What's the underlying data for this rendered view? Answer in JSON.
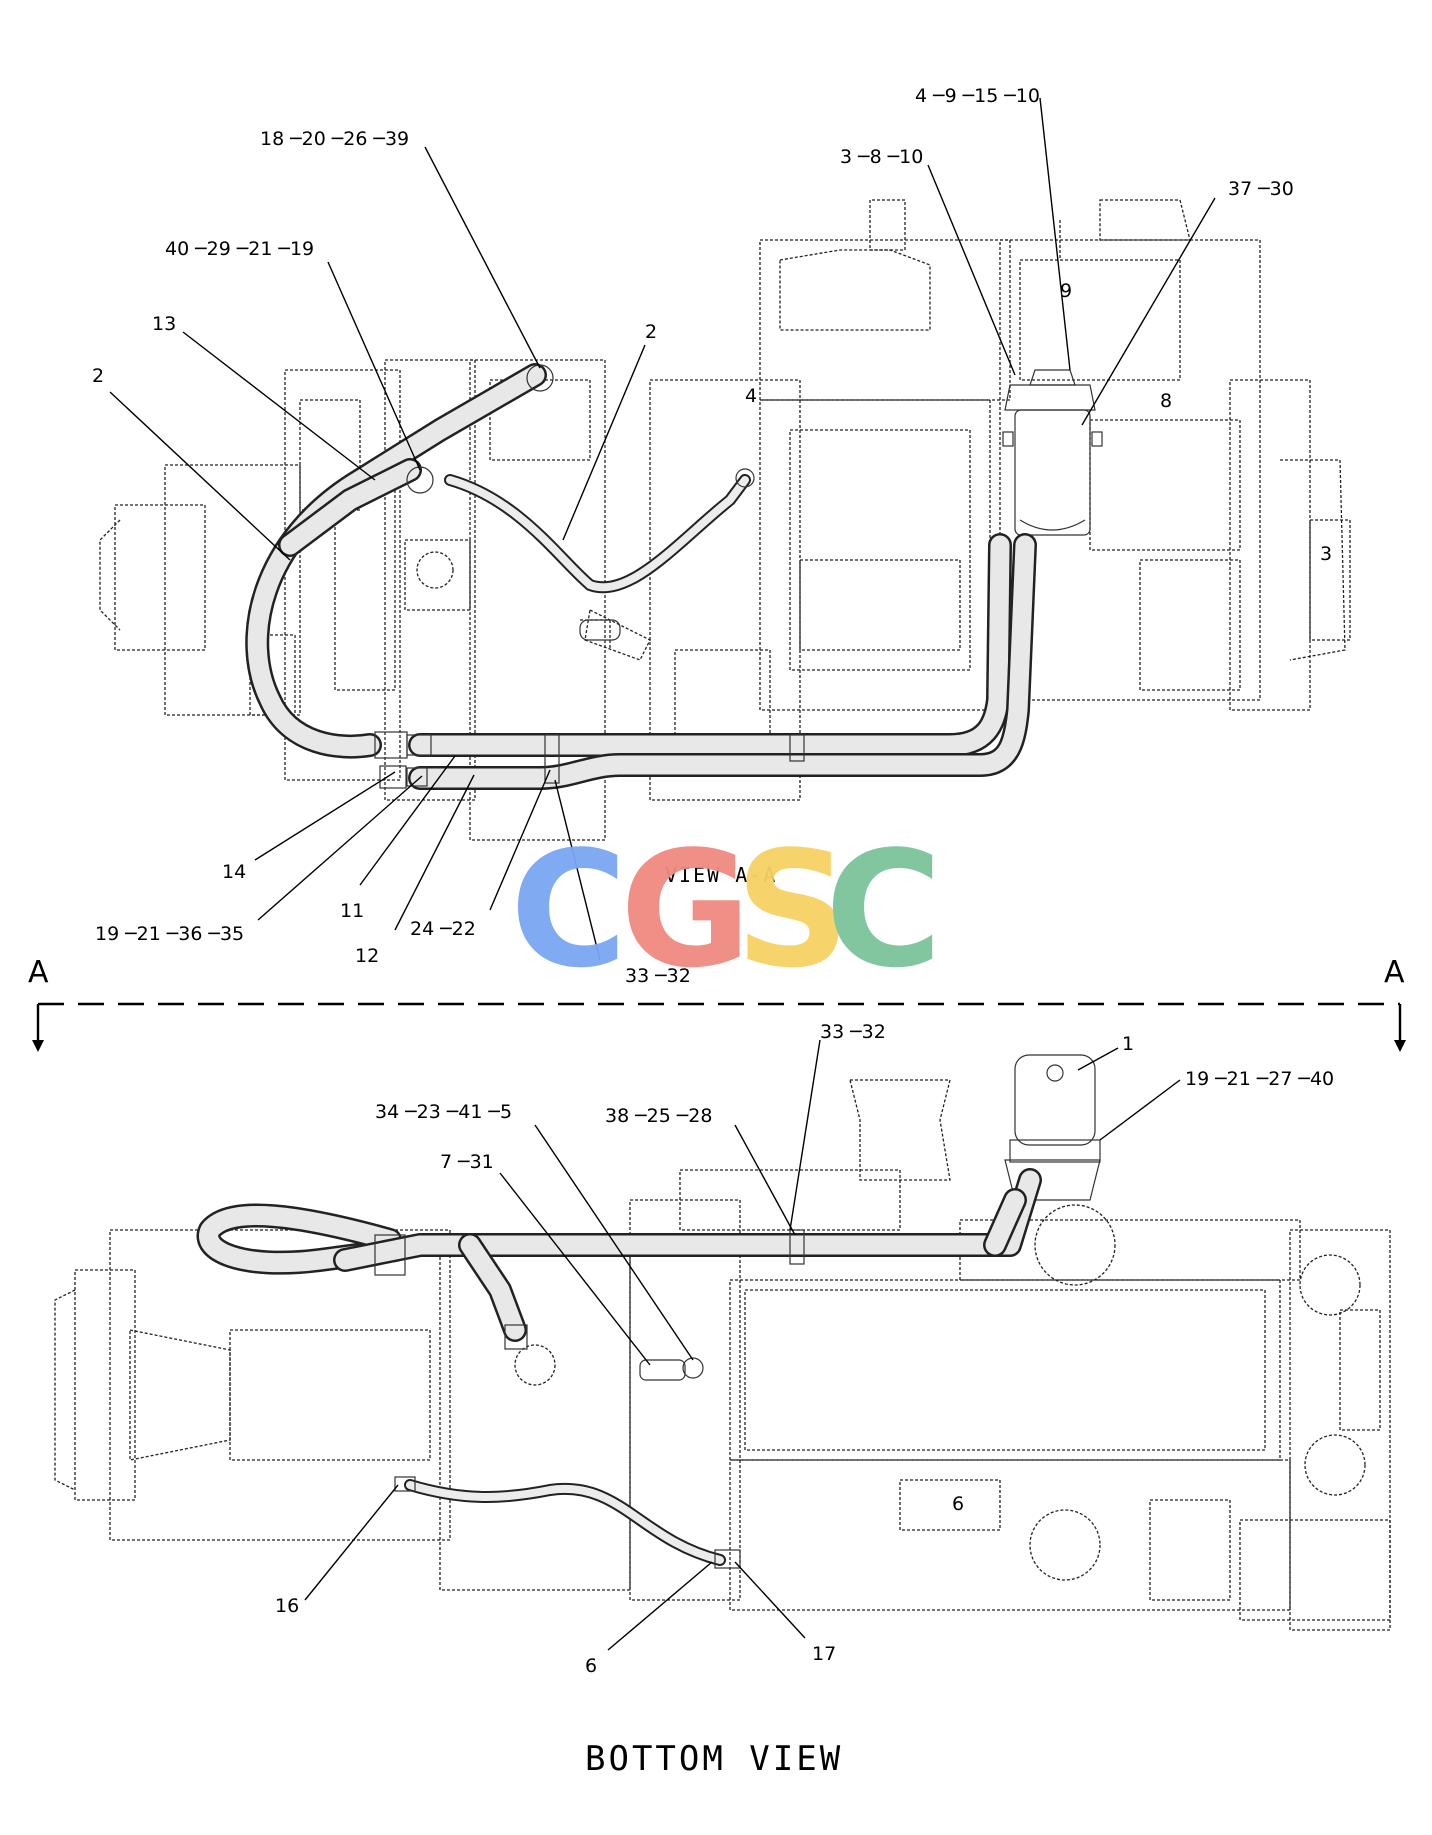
{
  "view_top": {
    "title": "VIEW A-A"
  },
  "view_bottom": {
    "title": "BOTTOM VIEW"
  },
  "section": {
    "left_letter": "A",
    "right_letter": "A"
  },
  "watermark": {
    "letters": [
      "C",
      "G",
      "S",
      "C"
    ],
    "colors": [
      "#7aa7f2",
      "#f08a80",
      "#f7d264",
      "#7cc39b"
    ]
  },
  "callouts_top": {
    "c1": "4 ─9 ─15 ─10",
    "c2": "18 ─20 ─26 ─39",
    "c3": "3 ─8 ─10",
    "c4": "37 ─30",
    "c5": "40 ─29 ─21 ─19",
    "c6": "9",
    "c7": "13",
    "c8": "2",
    "c9": "2",
    "c10": "4",
    "c11": "8",
    "c12": "3",
    "c13": "14",
    "c14": "11",
    "c15": "19 ─21 ─36 ─35",
    "c16": "24 ─22",
    "c17": "33 ─32",
    "c18": "12"
  },
  "callouts_bottom": {
    "c1": "33 ─32",
    "c2": "1",
    "c3": "19 ─21 ─27 ─40",
    "c4": "34 ─23 ─41 ─5",
    "c5": "38 ─25 ─28",
    "c6": "7 ─31",
    "c7": "6",
    "c8": "16",
    "c9": "6",
    "c10": "17"
  }
}
